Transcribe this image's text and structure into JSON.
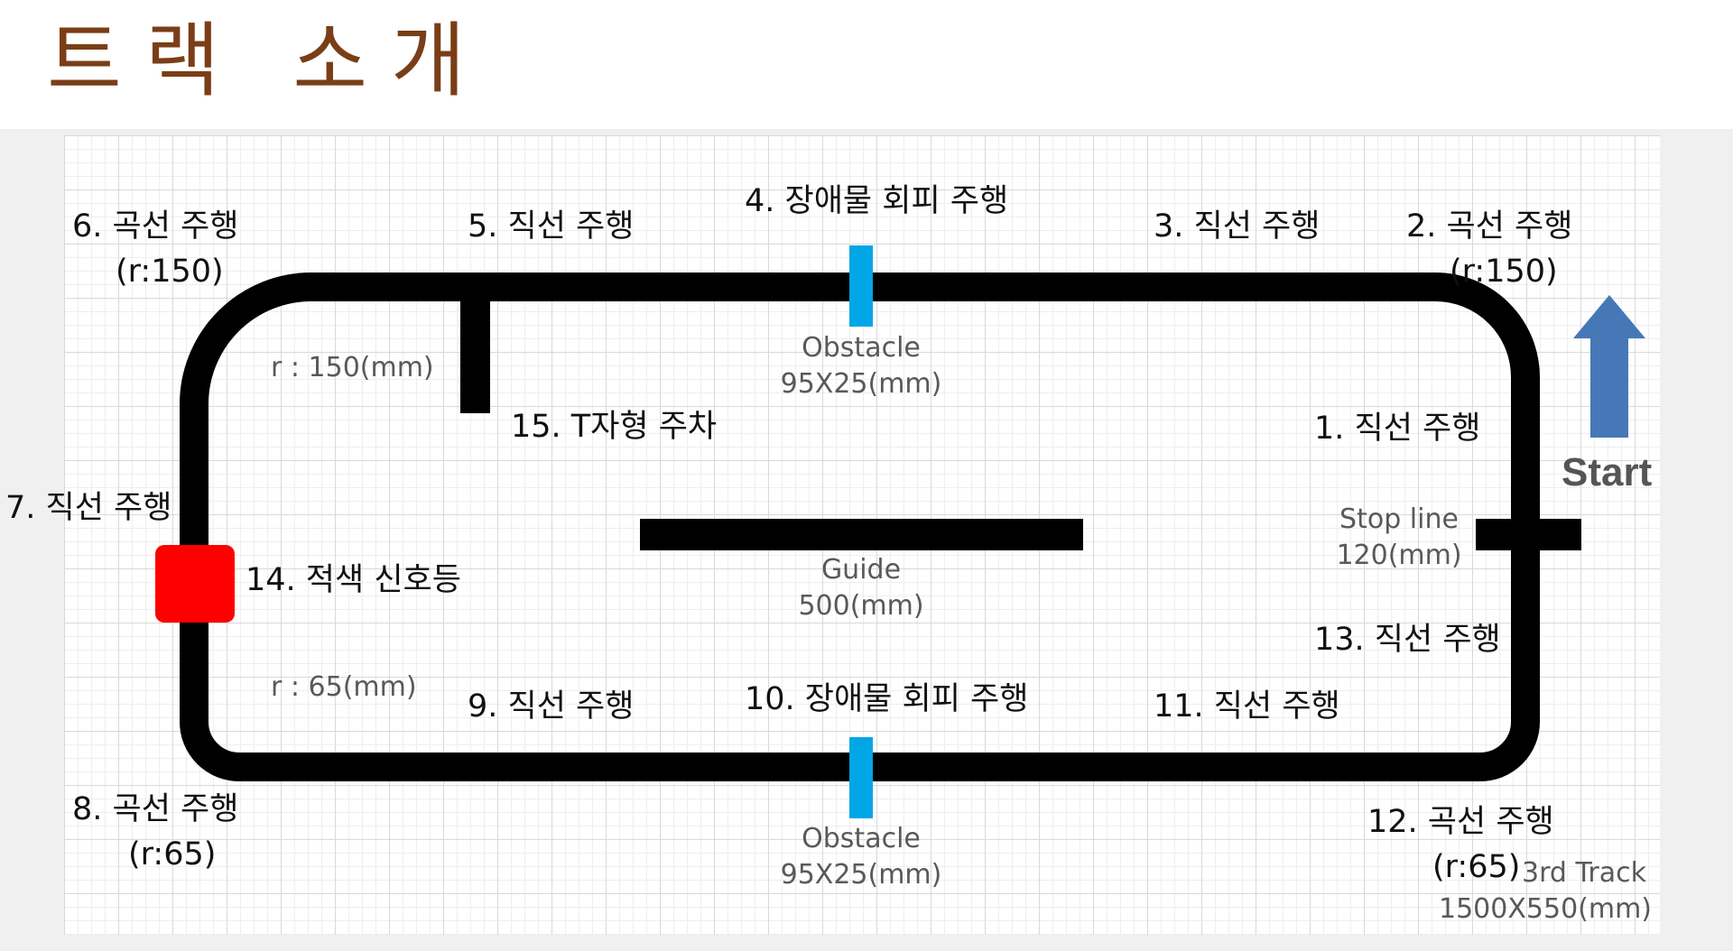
{
  "title": "트랙 소개",
  "colors": {
    "title": "#7a3e17",
    "track": "#000000",
    "obstacle": "#00a6e6",
    "signal": "#ff0000",
    "start_arrow": "#4678b8",
    "annotation": "#595959"
  },
  "labels": {
    "seg1": "1. 직선 주행",
    "seg2": "2. 곡선 주행",
    "seg2_radius": "(r:150)",
    "seg3": "3. 직선 주행",
    "seg4": "4. 장애물 회피 주행",
    "seg5": "5. 직선 주행",
    "seg6": "6. 곡선 주행",
    "seg6_radius": "(r:150)",
    "seg7": "7. 직선 주행",
    "seg8": "8. 곡선 주행",
    "seg8_radius": "(r:65)",
    "seg9": "9. 직선 주행",
    "seg10": "10. 장애물 회피 주행",
    "seg11": "11. 직선 주행",
    "seg12": "12. 곡선 주행",
    "seg12_radius": "(r:65)",
    "seg13": "13. 직선 주행",
    "seg14": "14. 적색 신호등",
    "seg15": "15. T자형 주차"
  },
  "annotations": {
    "radius_top": "r : 150(mm)",
    "radius_bottom": "r : 65(mm)",
    "obstacle_top_name": "Obstacle",
    "obstacle_top_size": "95X25(mm)",
    "obstacle_bottom_name": "Obstacle",
    "obstacle_bottom_size": "95X25(mm)",
    "guide_name": "Guide",
    "guide_size": "500(mm)",
    "stop_line_name": "Stop line",
    "stop_line_size": "120(mm)",
    "track_name": "3rd Track",
    "track_size": "1500X550(mm)",
    "start": "Start"
  },
  "icons": {
    "start_arrow": "arrow-up-icon"
  }
}
